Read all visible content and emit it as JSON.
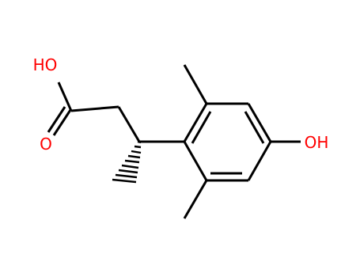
{
  "diagram": {
    "type": "skeletal-structure",
    "atom_labels": {
      "acid_hydroxyl": "HO",
      "carbonyl_oxygen": "O",
      "phenol_hydroxyl": "OH"
    },
    "colors": {
      "bond": "#000000",
      "oxygen_label": "#ff0000",
      "background": "#ffffff"
    }
  }
}
